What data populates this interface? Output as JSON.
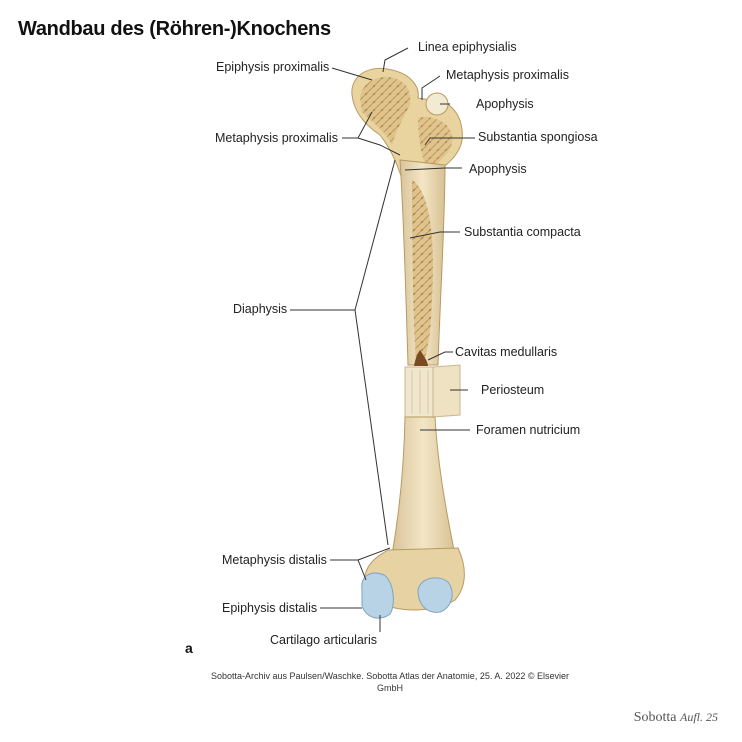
{
  "title": "Wandbau des (Röhren-)Knochens",
  "labels": {
    "linea_epiphysialis": "Linea epiphysialis",
    "epiphysis_proximalis": "Epiphysis proximalis",
    "metaphysis_proximalis_right": "Metaphysis proximalis",
    "apophysis_upper": "Apophysis",
    "substantia_spongiosa": "Substantia spongiosa",
    "metaphysis_proximalis_left": "Metaphysis proximalis",
    "apophysis_lower": "Apophysis",
    "substantia_compacta": "Substantia compacta",
    "diaphysis": "Diaphysis",
    "cavitas_medullaris": "Cavitas medullaris",
    "periosteum": "Periosteum",
    "foramen_nutricium": "Foramen nutricium",
    "metaphysis_distalis": "Metaphysis distalis",
    "epiphysis_distalis": "Epiphysis distalis",
    "cartilago_articularis": "Cartilago articularis"
  },
  "subfigure_label": "a",
  "credit": {
    "line1": "Sobotta-Archiv aus Paulsen/Waschke. Sobotta Atlas der Anatomie, 25. A. 2022 © Elsevier",
    "line2": "GmbH"
  },
  "brand": {
    "name": "Sobotta",
    "edition": "Aufl. 25"
  },
  "colors": {
    "bone": "#e8d6a8",
    "spongy": "#c9a25a",
    "cartilage": "#b9d3e6",
    "periosteum": "#f1e7cf"
  }
}
